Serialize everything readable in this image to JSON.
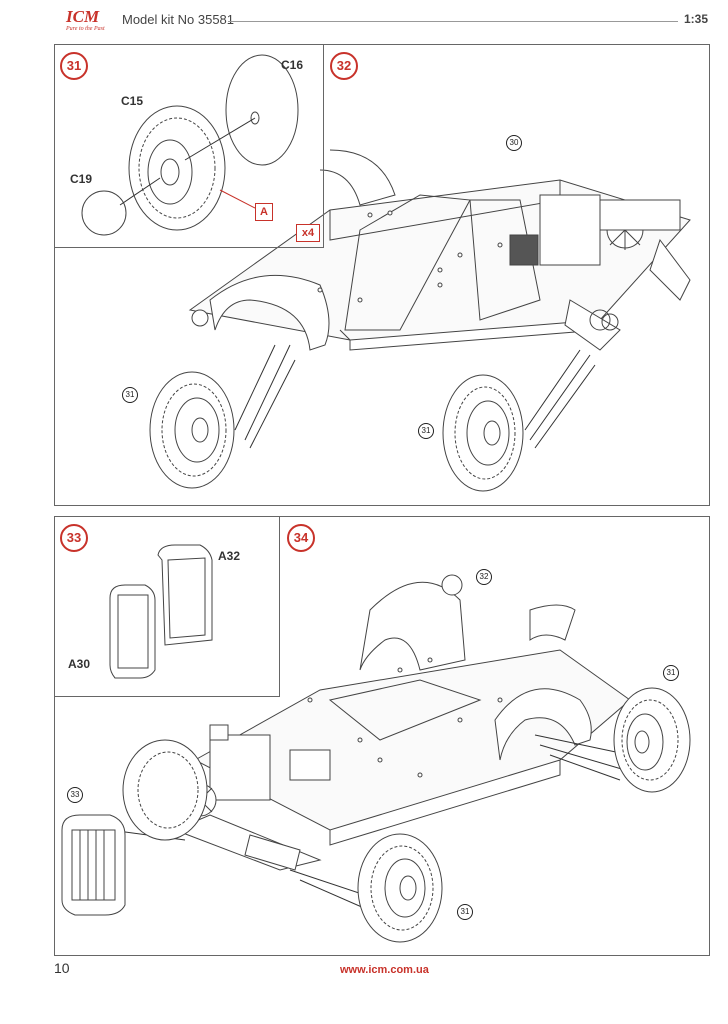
{
  "header": {
    "logo_text": "ICM",
    "logo_tagline": "Pure to the Past",
    "kit_title": "Model kit No 35581",
    "scale": "1:35"
  },
  "steps": {
    "s31": {
      "number": "31",
      "parts": {
        "c16": "C16",
        "c15": "C15",
        "c19": "C19"
      },
      "color_label": "A",
      "quantity": "x4"
    },
    "s32": {
      "number": "32",
      "refs": {
        "r30": "30",
        "r31a": "31",
        "r31b": "31"
      }
    },
    "s33": {
      "number": "33",
      "parts": {
        "a32": "A32",
        "a30": "A30"
      }
    },
    "s34": {
      "number": "34",
      "refs": {
        "r32": "32",
        "r31a": "31",
        "r33": "33",
        "r31b": "31"
      }
    }
  },
  "footer": {
    "page_number": "10",
    "url": "www.icm.com.ua"
  },
  "colors": {
    "accent": "#c8322a"
  }
}
